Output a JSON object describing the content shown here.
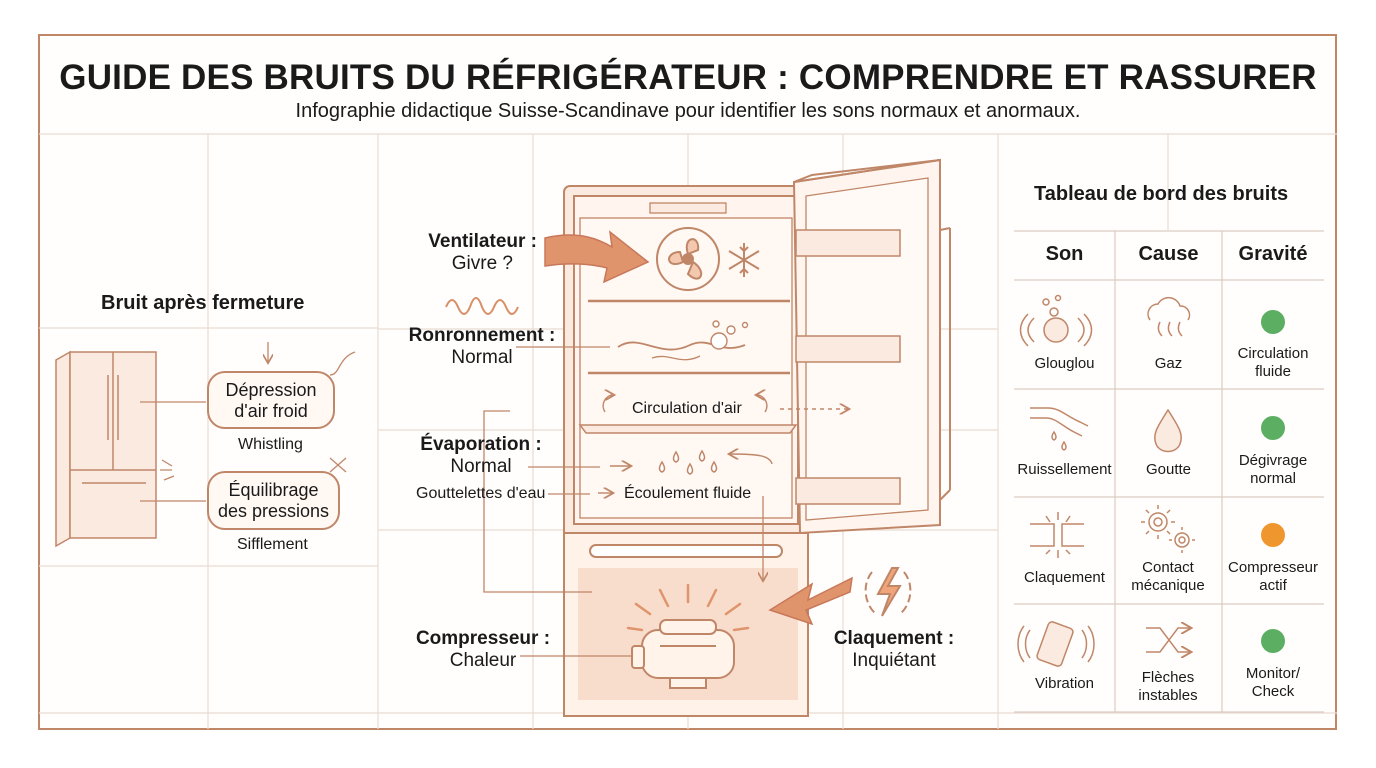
{
  "header": {
    "title": "GUIDE DES BRUITS DU RÉFRIGÉRATEUR : COMPRENDRE ET RASSURER",
    "subtitle": "Infographie didactique Suisse-Scandinave pour identifier les sons normaux et anormaux."
  },
  "left_panel": {
    "heading": "Bruit après fermeture",
    "bubble1": "Dépression d'air froid",
    "bubble1_caption": "Whistling",
    "bubble2": "Équilibrage des pressions",
    "bubble2_caption": "Sifflement"
  },
  "center_panel": {
    "ventilateur_title": "Ventilateur :",
    "ventilateur_value": "Givre ?",
    "ronronnement_title": "Ronronnement :",
    "ronronnement_value": "Normal",
    "evaporation_title": "Évaporation :",
    "evaporation_value": "Normal",
    "gouttelettes": "Gouttelettes d'eau",
    "circulation_air": "Circulation d'air",
    "ecoulement": "Écoulement fluide",
    "compresseur_title": "Compresseur :",
    "compresseur_value": "Chaleur",
    "claquement_title": "Claquement :",
    "claquement_value": "Inquiétant"
  },
  "dashboard": {
    "title": "Tableau de bord des bruits",
    "columns": [
      "Son",
      "Cause",
      "Gravité"
    ],
    "rows": [
      {
        "son": "Glouglou",
        "son_icon": "bubbles-icon",
        "cause": "Gaz",
        "cause_icon": "cloud-gas-icon",
        "gravite": "Circulation fluide",
        "color": "#5cae62"
      },
      {
        "son": "Ruissellement",
        "son_icon": "dripping-pipe-icon",
        "cause": "Goutte",
        "cause_icon": "droplet-icon",
        "gravite": "Dégivrage normal",
        "color": "#5cae62"
      },
      {
        "son": "Claquement",
        "son_icon": "snap-icon",
        "cause": "Contact mécanique",
        "cause_icon": "gears-icon",
        "gravite": "Compresseur actif",
        "color": "#f0962e"
      },
      {
        "son": "Vibration",
        "son_icon": "vibrating-phone-icon",
        "cause": "Flèches instables",
        "cause_icon": "shuffle-arrows-icon",
        "gravite": "Monitor/ Check",
        "color": "#5cae62"
      }
    ]
  },
  "colors": {
    "accent": "#c08668",
    "arrow": "#d98f66",
    "fill": "#fbeadf",
    "ok": "#5cae62",
    "warn": "#f0962e"
  }
}
